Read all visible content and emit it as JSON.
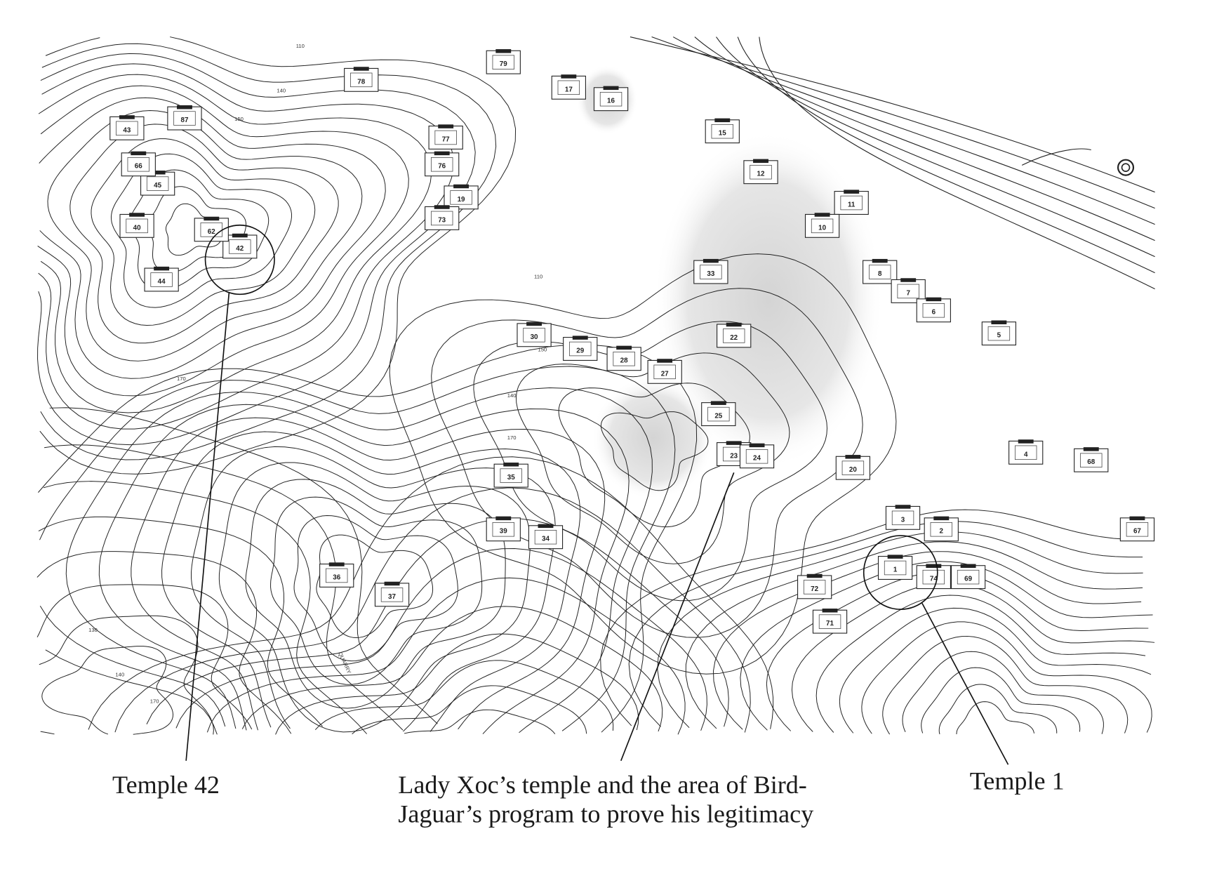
{
  "map": {
    "type": "archaeological site plan with contour lines",
    "colors": {
      "ink": "#1a1a1a",
      "paper": "#ffffff",
      "highlight_shading": "#d8d8d8"
    },
    "building_labels": [
      "79",
      "78",
      "77",
      "76",
      "19",
      "73",
      "17",
      "16",
      "15",
      "12",
      "11",
      "10",
      "8",
      "7",
      "6",
      "5",
      "30",
      "29",
      "28",
      "27",
      "25",
      "23",
      "24",
      "33",
      "22",
      "20",
      "4",
      "68",
      "67",
      "3",
      "2",
      "1",
      "69",
      "74",
      "71",
      "72",
      "42",
      "44",
      "40",
      "45",
      "66",
      "87",
      "43",
      "62",
      "35",
      "39",
      "34",
      "36",
      "37"
    ],
    "contour_labels": [
      "110",
      "140",
      "150",
      "170",
      "150",
      "140",
      "110",
      "170",
      "130",
      "140",
      "170"
    ],
    "quarry_label": "QUARRY"
  },
  "captions": {
    "temple42": "Temple 42",
    "lady_xoc_line1": "Lady Xoc’s temple and the area of Bird-",
    "lady_xoc_line2": "Jaguar’s program to prove his legitimacy",
    "temple1": "Temple 1"
  }
}
